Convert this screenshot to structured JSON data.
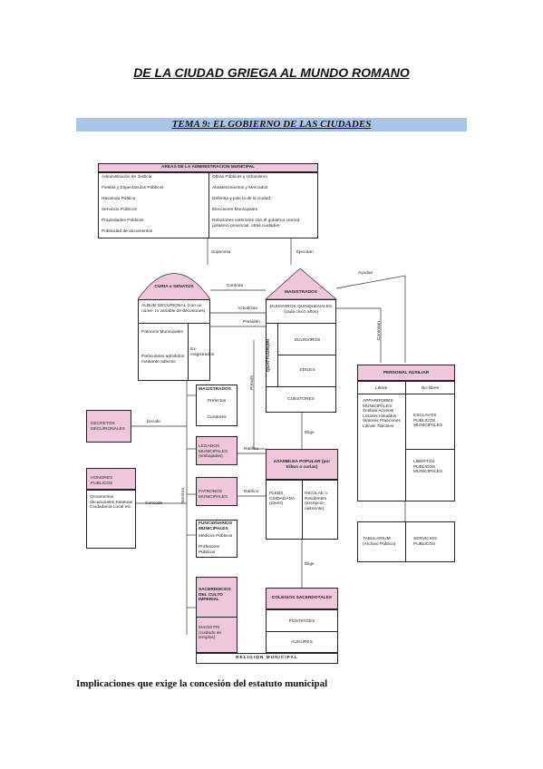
{
  "document": {
    "title": "DE LA CIUDAD GRIEGA AL MUNDO ROMANO",
    "topic": "TEMA 9: EL GOBIERNO DE LAS CIUDADES",
    "caption": "Implicaciones que exige la concesión del estatuto municipal"
  },
  "diagram": {
    "areas": {
      "header": "AREAS DE LA ADMINISTRACION MUNICIPAL",
      "left": [
        "Administración de Justicia",
        "Fiestas y Espectáculos Públicos",
        "Hacienda Pública",
        "Servicios Públicos",
        "Propiedades Públicas",
        "Publicidad de documentos"
      ],
      "right": [
        "Obras Públicas y Urbanismo",
        "Abastecimientos y Mercados",
        "Defensa y policía de la ciudad",
        "Elecciones Municipales",
        "Relaciones exteriores con el gobierno central, gobierno provincial, otras ciudades"
      ]
    },
    "curia": {
      "title": "CURIA o SENATUS",
      "album": "ALBUM DECURIONAL (con un núme- ro variable de decuriones)",
      "patronos": "Patronos Municipales",
      "particulares": "Particulares admitidos mediante adlectio",
      "exmagistrados": "Ex-magistrados"
    },
    "magistrados": {
      "title": "MAGISTRADOS",
      "duunviros_q": "DUUNVIROS QUINQUENALES (cada cinco años)",
      "quattuorviri": "QUATTUORVIRI",
      "duunviros": "DUUNVIROS",
      "ediles": "EDILES",
      "cuestores": "CUESTORES"
    },
    "personal": {
      "title": "PERSONAL AUXILIAR",
      "libres": "Libres",
      "nolibres": "No-libres",
      "apparitores": "APPARITORES MUNICIPALES: Scribae Accensi Lictores Heraldos Viatores Praecones Librarii Tibicines",
      "esclavos": "ESCLAVOS PUBLICOS MUNICIPALES",
      "libertos": "LIBERTOS PUBLICOS MUNICIPALES",
      "tabularium": "TABULARIUM (Archivo Público)",
      "servicios": "SERVICIOS PUBLICOS"
    },
    "asamblea": {
      "title": "ASAMBLEA POPULAR (por tribus o curias)",
      "plebs": "PLEBS CIUDADANA (Cives)",
      "incolae": "INCOLAE o Residentes (excepcio- nalmente)"
    },
    "colegios": {
      "title": "COLEGIOS SACERDOTALES",
      "pontifices": "PONTIFICES",
      "augures": "AUGURES"
    },
    "left_boxes": {
      "decretos": "DECRETOS DECURIONALES",
      "honores": "HONORES PUBLICOS",
      "honores_list": "Ornamentos decurionales Estatuas Ciudadanía Local etc.",
      "magistrados_small": "MAGISTRADOS",
      "prefectos": "Prefectos",
      "curatores": "Curatores",
      "legados": "LEGADOS MUNICIPALES (embajadas)",
      "patronos": "PATRONOS MUNICIPALES",
      "funcionarios": "FUNCIONARIOS MUNICIPALES",
      "medicos": "Médicos Públicos",
      "profesores": "Profesores Públicos",
      "sacerdocios": "SACERDOCIOS DEL CULTO IMPERIAL",
      "magistri": "MAGISTRI (cuidado de templos)"
    },
    "religion": "RELIGION MUNICIPAL",
    "labels": {
      "supervisa": "Supervisa",
      "ejecutan": "Ejecutan",
      "controla": "Controla",
      "ayudan": "Ayudan",
      "actualizan": "Actualizan",
      "presiden": "Presiden",
      "presidir": "Presidir",
      "controlan": "Controlan",
      "decide": "Decide",
      "ratifica1": "Ratifica",
      "ratifica2": "Ratifica",
      "concede": "Concede",
      "nombra": "Nombra",
      "elige1": "Elige",
      "elige2": "Elige"
    }
  }
}
